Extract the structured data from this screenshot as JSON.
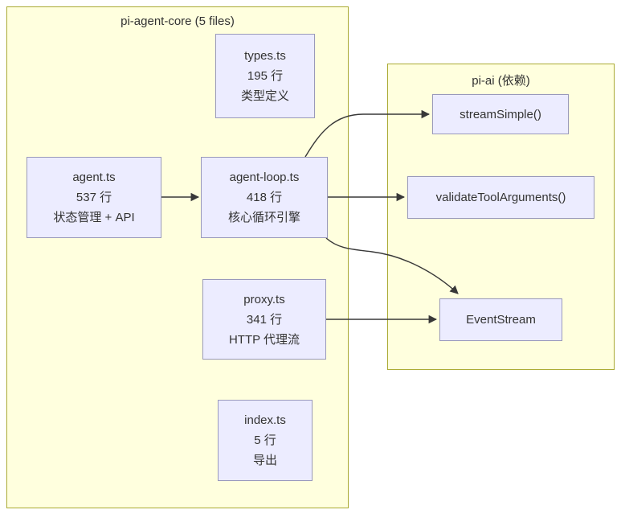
{
  "diagram": {
    "colors": {
      "canvas_bg": "#ffffff",
      "container_fill": "#ffffde",
      "container_border": "#aaaa33",
      "node_fill": "#ececff",
      "node_border": "#9999bb",
      "edge_color": "#383838",
      "text_color": "#333333"
    },
    "containers": [
      {
        "title": "pi-agent-core (5 files)"
      },
      {
        "title": "pi-ai (依赖)"
      }
    ],
    "nodes": {
      "types": {
        "line1": "types.ts",
        "line2": "195 行",
        "line3": "类型定义"
      },
      "agent": {
        "line1": "agent.ts",
        "line2": "537 行",
        "line3": "状态管理 + API"
      },
      "agent_loop": {
        "line1": "agent-loop.ts",
        "line2": "418 行",
        "line3": "核心循环引擎"
      },
      "proxy": {
        "line1": "proxy.ts",
        "line2": "341 行",
        "line3": "HTTP 代理流"
      },
      "index": {
        "line1": "index.ts",
        "line2": "5 行",
        "line3": "导出"
      },
      "stream_simple": {
        "line1": "streamSimple()"
      },
      "validate_tool_arguments": {
        "line1": "validateToolArguments()"
      },
      "event_stream": {
        "line1": "EventStream"
      }
    },
    "edges": [
      {
        "from": "agent.ts",
        "to": "agent-loop.ts"
      },
      {
        "from": "agent-loop.ts",
        "to": "streamSimple()"
      },
      {
        "from": "agent-loop.ts",
        "to": "validateToolArguments()"
      },
      {
        "from": "agent-loop.ts",
        "to": "EventStream"
      },
      {
        "from": "proxy.ts",
        "to": "EventStream"
      }
    ]
  }
}
